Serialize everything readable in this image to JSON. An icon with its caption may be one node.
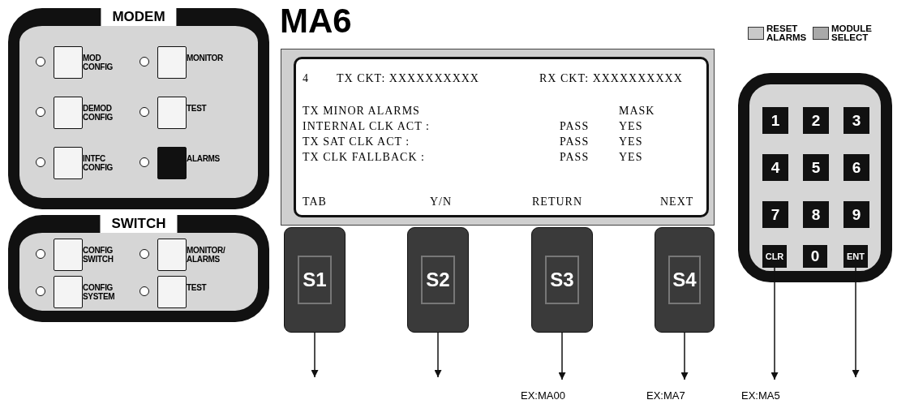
{
  "diagram": {
    "title": "MA6",
    "nodes": [
      {
        "text": [
          "MODEM"
        ]
      },
      {
        "text": [
          "MOD CONFIG"
        ],
        "in": 0
      },
      {
        "text": [
          "MONITOR"
        ],
        "in": 0
      },
      {
        "text": [
          "DEMOD CONFIG"
        ],
        "in": 0
      },
      {
        "text": [
          "TEST"
        ],
        "in": 0
      },
      {
        "text": [
          "INTFC CONFIG"
        ],
        "in": 0
      },
      {
        "text": [
          "ALARMS"
        ],
        "in": 0
      },
      {
        "text": [
          "SWITCH"
        ]
      },
      {
        "text": [
          "CONFIG SWITCH"
        ],
        "in": 7
      },
      {
        "text": [
          "MONITOR/ ALARMS"
        ],
        "in": 7
      },
      {
        "text": [
          "CONFIG SYSTEM"
        ],
        "in": 7
      },
      {
        "text": [
          "TEST"
        ],
        "in": 7
      },
      {
        "text": [
          "4",
          "TX CKT: XXXXXXXXXX",
          "RX CKT: XXXXXXXXXX",
          "TX MINOR ALARMS",
          "MASK",
          "INTERNAL CLK ACT :",
          "PASS",
          "YES",
          "TX SAT CLK ACT :",
          "PASS",
          "YES",
          "TX CLK FALLBACK :",
          "PASS",
          "YES",
          "TAB",
          "Y/N",
          "RETURN",
          "NEXT"
        ]
      },
      {
        "text": [
          "S1"
        ]
      },
      {
        "text": [
          "S2"
        ]
      },
      {
        "text": [
          "S3"
        ]
      },
      {
        "text": [
          "S4"
        ]
      },
      {
        "text": [],
        "shape": "box"
      },
      {
        "text": [
          "1"
        ],
        "in": 17
      },
      {
        "text": [
          "2"
        ],
        "in": 17
      },
      {
        "text": [
          "3"
        ],
        "in": 17
      },
      {
        "text": [
          "4"
        ],
        "in": 17
      },
      {
        "text": [
          "5"
        ],
        "in": 17
      },
      {
        "text": [
          "6"
        ],
        "in": 17
      },
      {
        "text": [
          "7"
        ],
        "in": 17
      },
      {
        "text": [
          "8"
        ],
        "in": 17
      },
      {
        "text": [
          "9"
        ],
        "in": 17
      },
      {
        "text": [
          "CLR"
        ],
        "in": 17
      },
      {
        "text": [
          "0"
        ],
        "in": 17
      },
      {
        "text": [
          "ENT"
        ],
        "in": 17
      },
      {
        "text": [
          "EX:MA00"
        ]
      },
      {
        "text": [
          "EX:MA7"
        ]
      },
      {
        "text": [
          "EX:MA5"
        ]
      }
    ],
    "edges": [
      {
        "from": 13,
        "to": null,
        "arrow": "to"
      },
      {
        "from": 14,
        "to": null,
        "arrow": "to"
      },
      {
        "from": 15,
        "to": 30,
        "arrow": "to"
      },
      {
        "from": 16,
        "to": 31,
        "arrow": "to"
      },
      {
        "from": 27,
        "to": 32,
        "arrow": "to"
      },
      {
        "from": 29,
        "to": null,
        "arrow": "to"
      }
    ],
    "legend": [
      {
        "text": "RESET ALARMS",
        "color": "#c8c8c8"
      },
      {
        "text": "MODULE SELECT",
        "color": "#a9a9a9"
      }
    ]
  }
}
